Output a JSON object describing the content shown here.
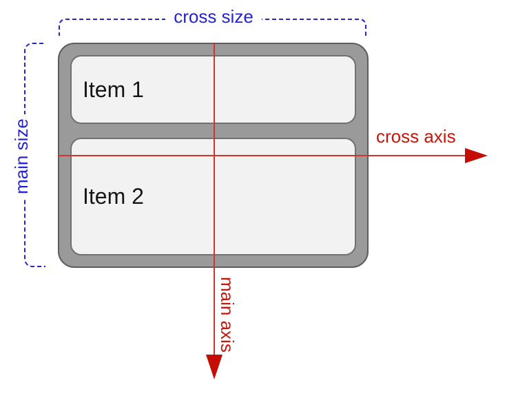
{
  "diagram": {
    "title": "flexbox column axes diagram",
    "container": {
      "fill_color": "#9a9a9a",
      "border_color": "#5c5c5c"
    },
    "items": [
      {
        "label": "Item 1"
      },
      {
        "label": "Item 2"
      }
    ],
    "item_style": {
      "fill_color": "#f2f2f2",
      "border_color": "#707070",
      "text_color": "#161616"
    },
    "annotations": {
      "cross_size": {
        "label": "cross size",
        "color": "#2424d6",
        "style": "dashed-bracket",
        "orientation": "horizontal-top"
      },
      "main_size": {
        "label": "main size",
        "color": "#2424d6",
        "style": "dashed-bracket",
        "orientation": "vertical-left"
      },
      "cross_axis": {
        "label": "cross axis",
        "color": "#cc150a",
        "style": "arrow",
        "direction": "right"
      },
      "main_axis": {
        "label": "main axis",
        "color": "#cc150a",
        "style": "arrow",
        "direction": "down"
      }
    },
    "colors": {
      "blue": "#2424d6",
      "red_line": "#d0342a",
      "red_arrow": "#c40d04",
      "red_text": "#cc150a",
      "background": "#ffffff"
    }
  }
}
